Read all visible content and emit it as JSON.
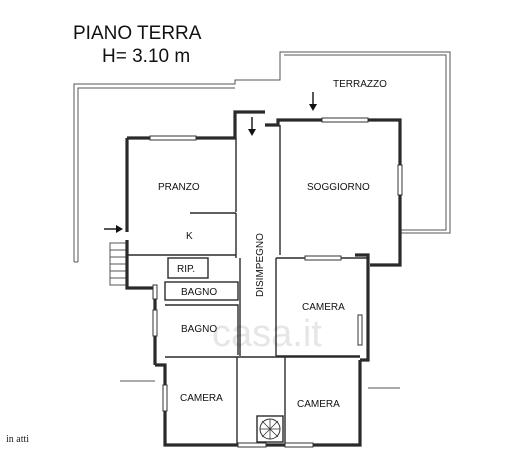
{
  "header": {
    "title": "PIANO TERRA",
    "height": "H= 3.10 m"
  },
  "rooms": {
    "terrazzo": "TERRAZZO",
    "pranzo": "PRANZO",
    "soggiorno": "SOGGIORNO",
    "k": "K",
    "rip": "RIP.",
    "disimpegno": "DISIMPEGNO",
    "bagno_1": "BAGNO",
    "bagno_2": "BAGNO",
    "camera_1": "CAMERA",
    "camera_2": "CAMERA",
    "camera_3": "CAMERA"
  },
  "watermark": "casa.it",
  "footer": "in atti"
}
